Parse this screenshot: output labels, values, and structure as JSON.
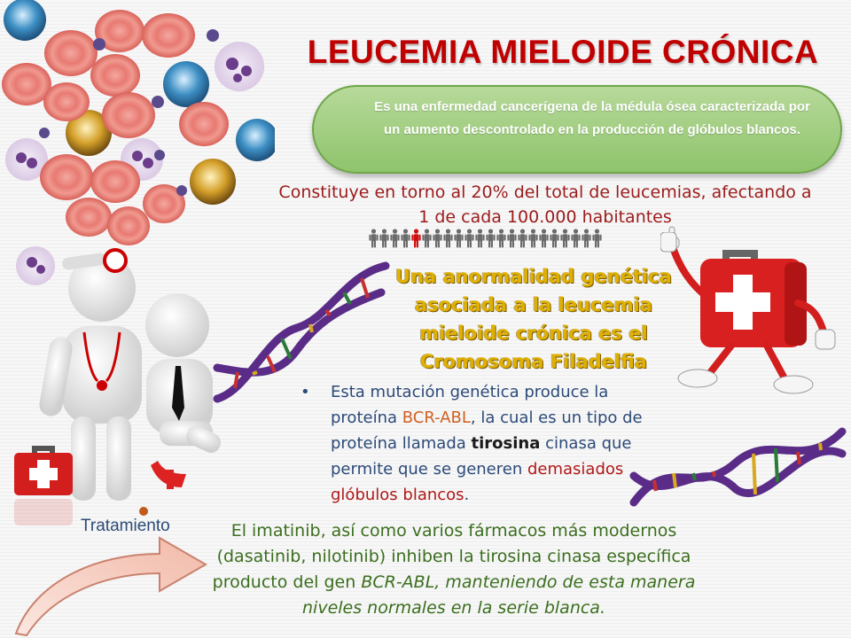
{
  "title": "LEUCEMIA MIELOIDE CRÓNICA",
  "definition": "Es una enfermedad cancerígena de la médula ósea caracterizada por un aumento descontrolado en la producción de glóbulos blancos.",
  "statistic": {
    "line1": "Constituye en torno al 20% del total de leucemias, afectando a",
    "line2": "1 de cada 100.000 habitantes"
  },
  "people_row": {
    "count": 22,
    "highlight_index": 4,
    "color_normal": "#6b6b6b",
    "color_highlight": "#d01010"
  },
  "genetic": {
    "line1": "Una anormalidad genética",
    "line2": "asociada a la leucemia",
    "line3": "mieloide crónica es el",
    "line4": "Cromosoma Filadelfia"
  },
  "mutation": {
    "bullet": "•",
    "t1": "Esta mutación genética produce la proteína ",
    "t2": "BCR-ABL",
    "t3": ", la cual es un tipo de proteína llamada ",
    "t4": "tirosina",
    "t5": " cinasa que permite que se generen ",
    "t6": "demasiados glóbulos blancos",
    "t7": "."
  },
  "treatment": {
    "label": "Tratamiento",
    "t1": "El imatinib, así como varios fármacos más modernos (dasatinib, nilotinib) inhiben la tirosina cinasa específica producto del gen ",
    "t2": "BCR-ABL",
    "t3": ", manteniendo de esta manera niveles normales en la serie blanca."
  },
  "colors": {
    "title": "#c00000",
    "definition_box": "#9ccf7a",
    "statistic_text": "#9b1b1b",
    "genetic_text": "#e0b000",
    "bullet_text": "#2c4a78",
    "treatment_text": "#3b6e1e"
  },
  "icons": [
    "blood-cells-illustration",
    "doctor-figure",
    "patient-figure",
    "first-aid-kit-icon",
    "dna-helix-icon",
    "walking-first-aid-kit-icon",
    "curved-arrow-icon"
  ]
}
